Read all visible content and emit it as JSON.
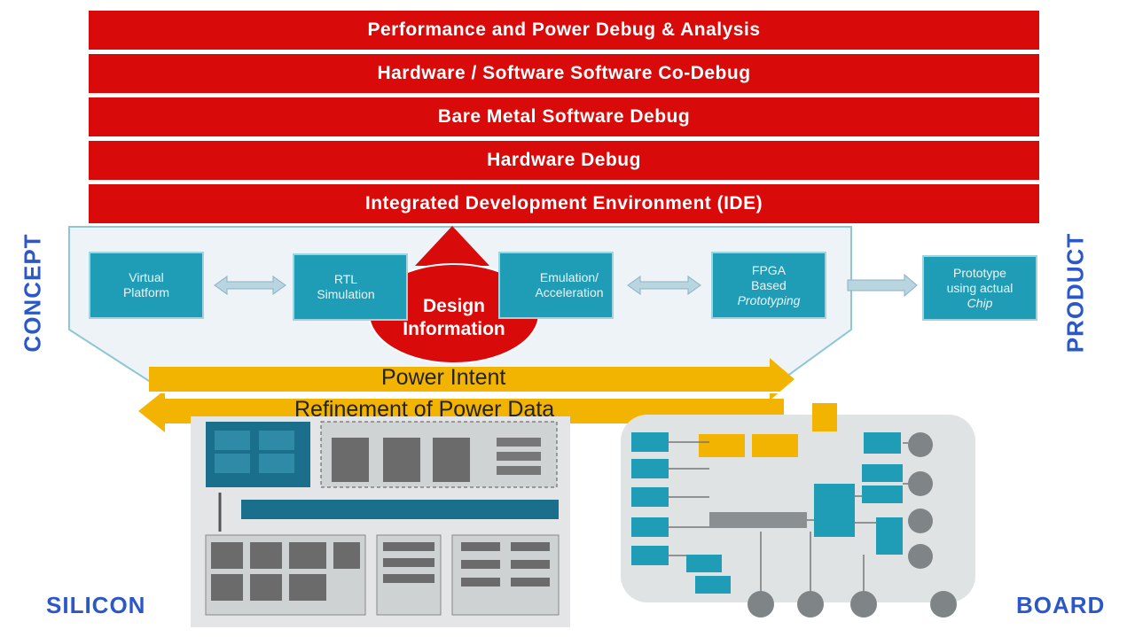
{
  "layers": [
    "Performance and Power Debug & Analysis",
    "Hardware / Software Software Co-Debug",
    "Bare Metal Software Debug",
    "Hardware Debug",
    "Integrated Development Environment (IDE)"
  ],
  "axis": {
    "left": "CONCEPT",
    "right": "PRODUCT",
    "bottom_left": "SILICON",
    "bottom_right": "BOARD"
  },
  "stages": {
    "virtual_platform": {
      "line1": "Virtual",
      "line2": "Platform"
    },
    "rtl_simulation": {
      "line1": "RTL",
      "line2": "Simulation"
    },
    "emulation": {
      "line1": "Emulation/",
      "line2": "Acceleration"
    },
    "fpga": {
      "line1": "FPGA",
      "line2": "Based",
      "line3": "Prototyping"
    },
    "prototype_chip": {
      "line1": "Prototype",
      "line2": "using actual",
      "line3": "Chip"
    }
  },
  "design_information": {
    "line1": "Design",
    "line2": "Information"
  },
  "power_intent": "Power Intent",
  "refinement": "Refinement of Power Data",
  "colors": {
    "red": "#d90a0a",
    "teal": "#1f9cb6",
    "yellow": "#f2b400",
    "blue_text": "#2b57c7"
  }
}
